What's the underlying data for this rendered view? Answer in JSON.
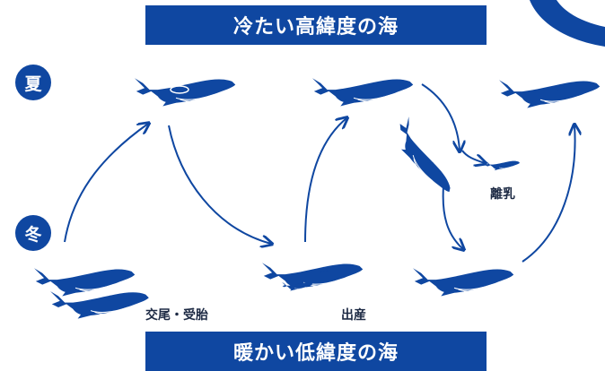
{
  "banners": {
    "top": "冷たい高緯度の海",
    "bottom": "暖かい低緯度の海"
  },
  "seasons": {
    "summer": "夏",
    "winter": "冬"
  },
  "stages": {
    "mating": "交尾・受胎",
    "birth": "出産",
    "weaning": "離乳"
  },
  "colors": {
    "primary": "#0f47a1",
    "text": "#1d2a44",
    "background": "#ffffff"
  },
  "icons": {
    "whale": "humpback-whale-icon",
    "arrow": "curved-arrow"
  }
}
